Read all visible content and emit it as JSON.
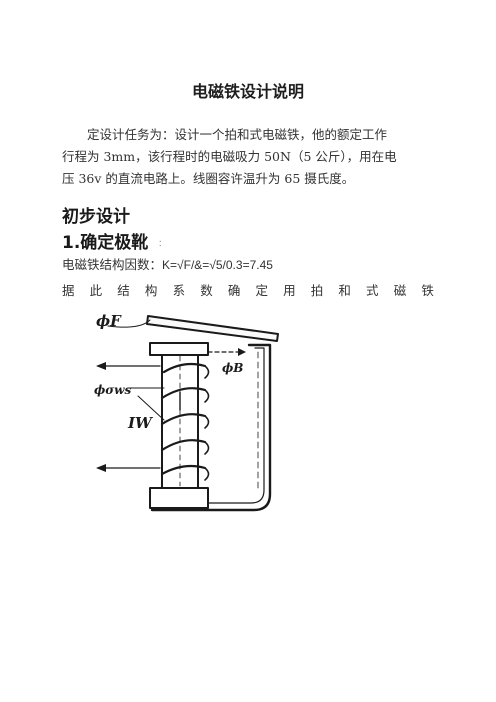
{
  "title": "电磁铁设计说明",
  "intro": {
    "line1": "定设计任务为：设计一个拍和式电磁铁，他的额定工作",
    "line2": "行程为 3mm，该行程时的电磁吸力 50N（5 公斤），用在电",
    "line3": "压 36v 的直流电路上。线圈容许温升为 65 摄氏度。"
  },
  "section_heading": "初步设计",
  "subsection": {
    "heading": "1.确定极靴",
    "mark": "："
  },
  "formula": {
    "label": "电磁铁结构因数：",
    "expression": "K=√F/&=√5/0.3=7.45"
  },
  "spread_text": [
    "据",
    "此",
    "结",
    "构",
    "系",
    "数",
    "确",
    "定",
    "用",
    "拍",
    "和",
    "式",
    "磁",
    "铁"
  ],
  "diagram": {
    "phi_f": "ϕF",
    "phi_ws": "ϕσws",
    "phi_b": "ϕB",
    "iw": "IW"
  },
  "colors": {
    "ink": "#1a1a1a",
    "text": "#333333"
  }
}
